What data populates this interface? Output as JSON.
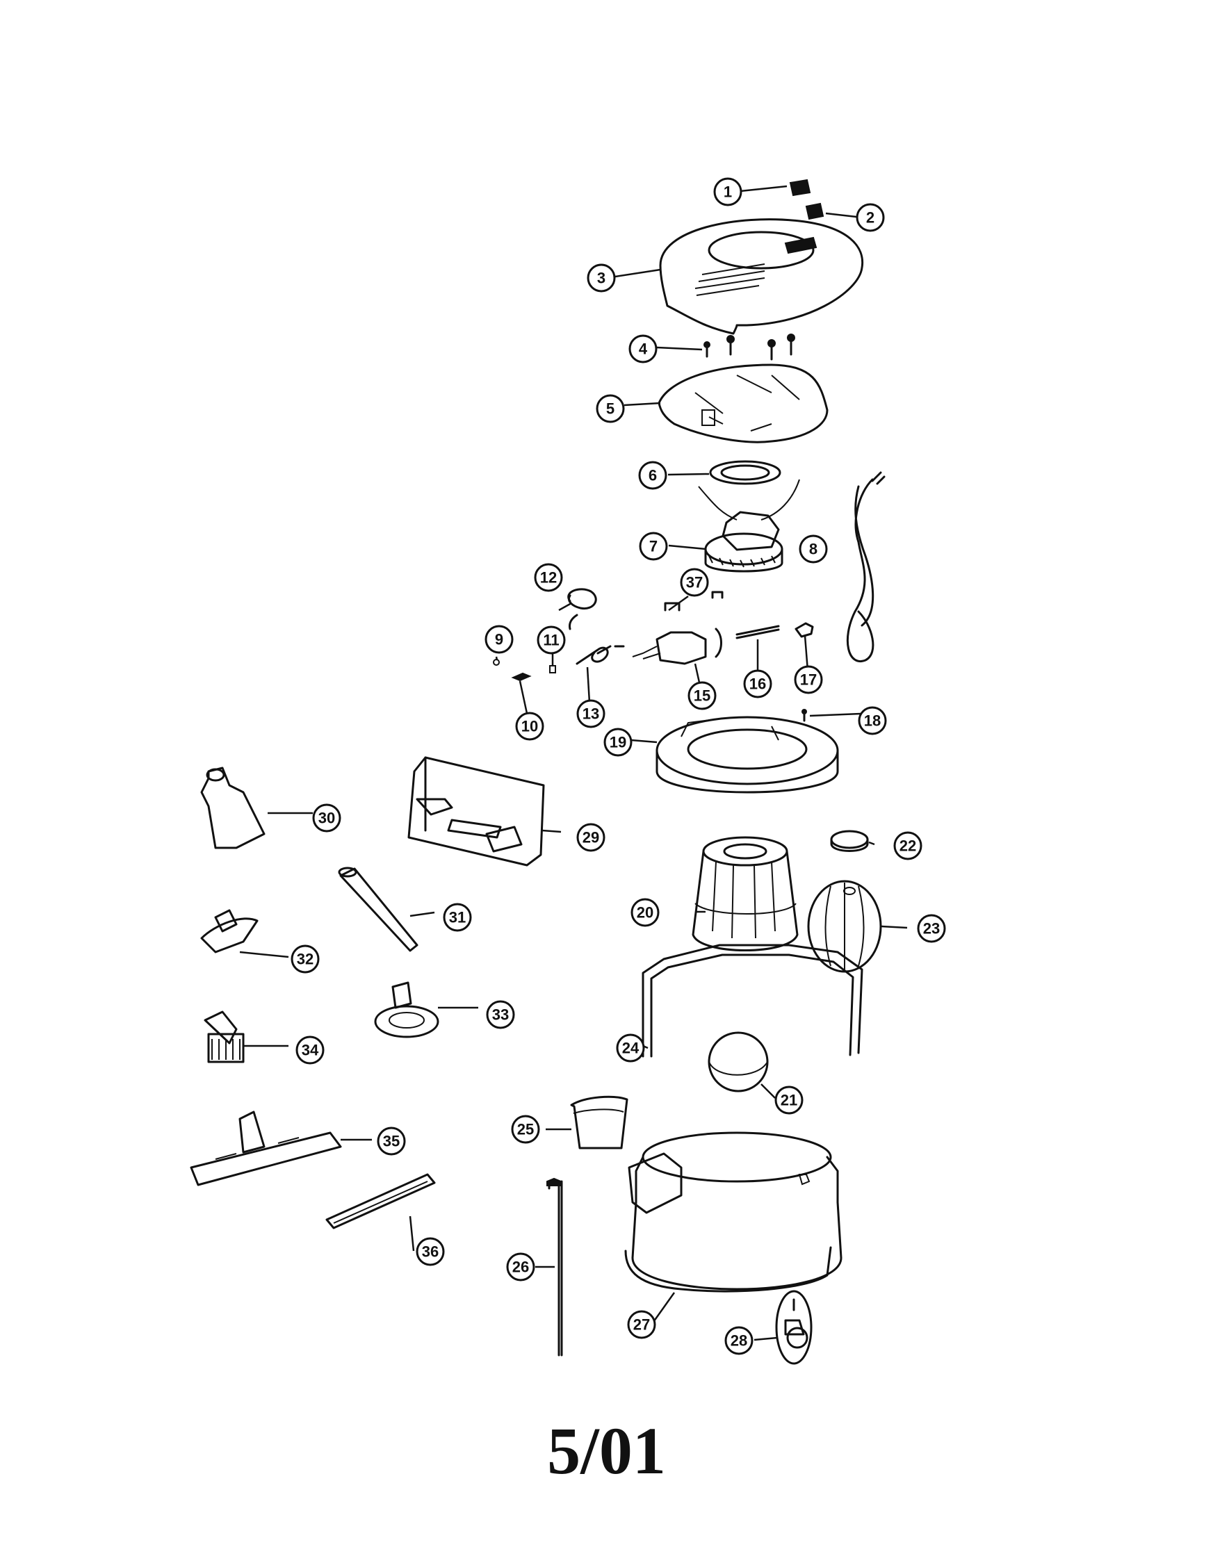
{
  "diagram": {
    "callouts": [
      "1",
      "2",
      "3",
      "4",
      "5",
      "6",
      "7",
      "8",
      "9",
      "10",
      "11",
      "12",
      "13",
      "15",
      "16",
      "17",
      "18",
      "19",
      "20",
      "21",
      "22",
      "23",
      "24",
      "25",
      "26",
      "27",
      "28",
      "29",
      "30",
      "31",
      "32",
      "33",
      "34",
      "35",
      "36",
      "37"
    ]
  },
  "footer": {
    "date": "5/01"
  }
}
